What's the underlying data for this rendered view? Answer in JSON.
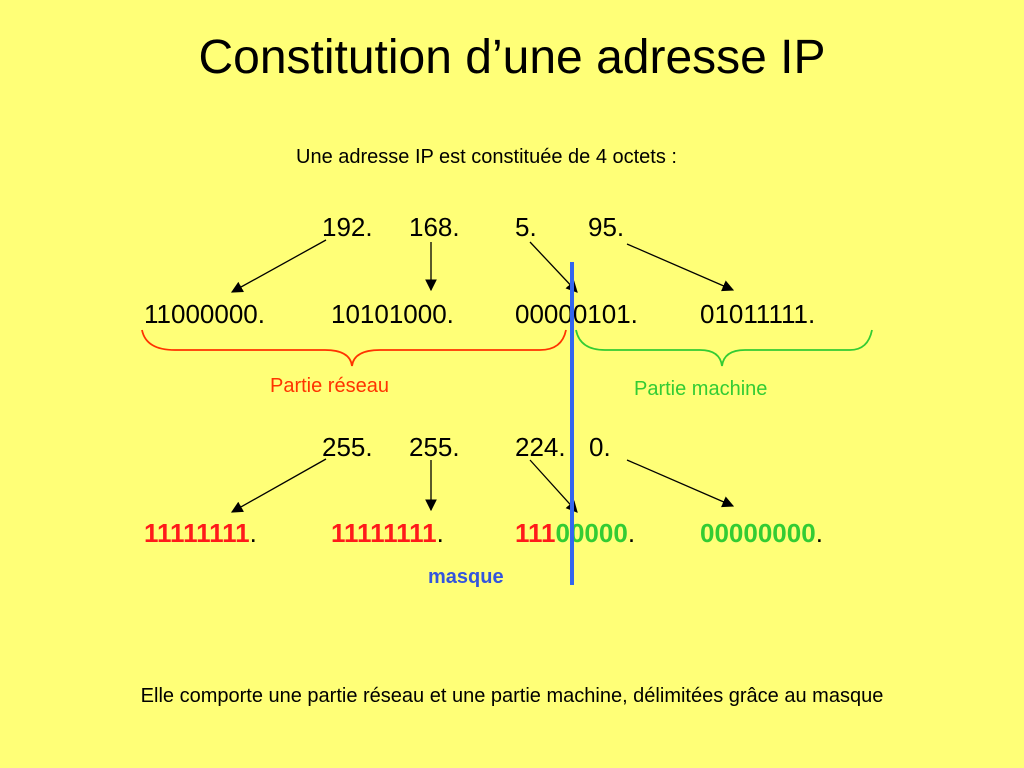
{
  "title": "Constitution d’une adresse IP",
  "subtitle": "Une adresse IP est constituée de 4 octets :",
  "address": {
    "decimal": [
      "192.",
      "168.",
      "5.",
      "95."
    ],
    "binary": [
      "11000000.",
      "10101000.",
      "00000101.",
      "01011111."
    ]
  },
  "mask": {
    "decimal": [
      "255.",
      "255.",
      "224.",
      "0."
    ],
    "binary": [
      {
        "red": "11111111",
        "green": "",
        "dot": "."
      },
      {
        "red": "11111111",
        "green": "",
        "dot": "."
      },
      {
        "red": "111",
        "green": "00000",
        "dot": "."
      },
      {
        "red": "",
        "green": "00000000",
        "dot": "."
      }
    ]
  },
  "labels": {
    "network": "Partie réseau",
    "host": "Partie machine",
    "mask": "masque"
  },
  "footer": "Elle comporte une partie réseau et une partie machine, délimitées grâce au masque",
  "colors": {
    "background": "#ffff77",
    "network": "#ff3300",
    "host": "#33cc33",
    "separator": "#3366ee"
  }
}
